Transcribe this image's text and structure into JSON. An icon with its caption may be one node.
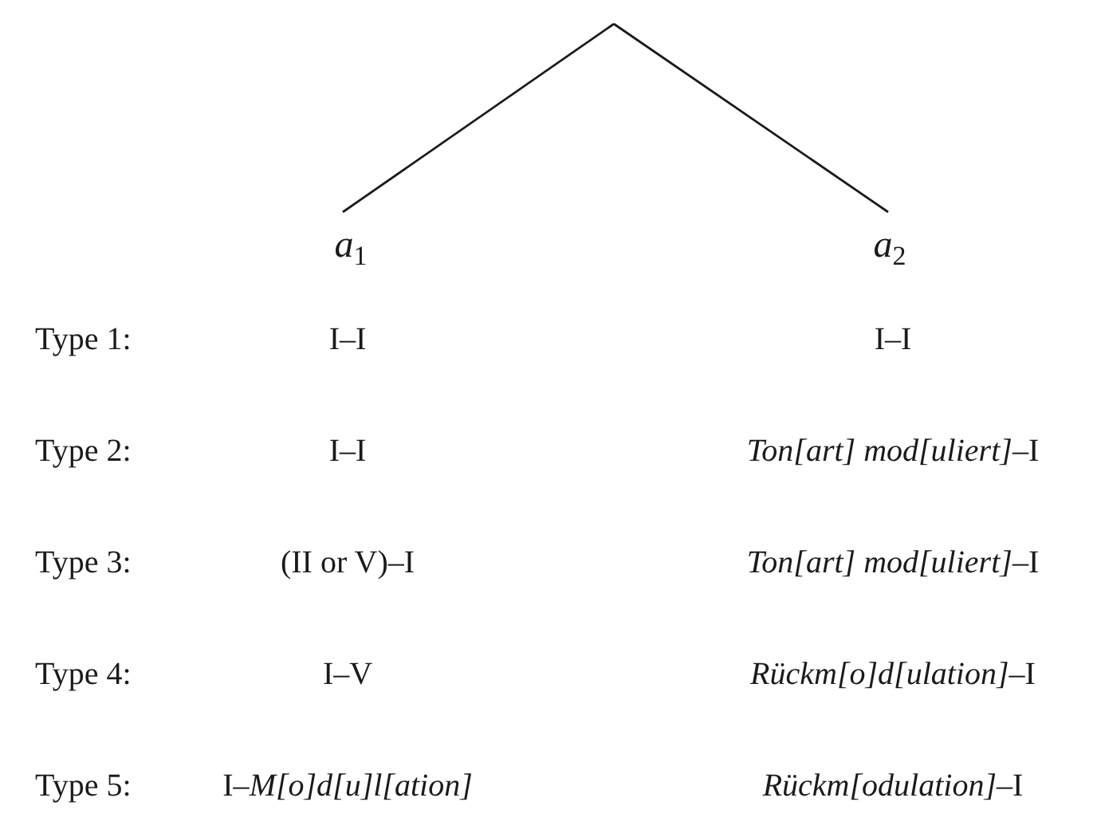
{
  "diagram": {
    "nodes": [
      {
        "text": [
          "a$_{1}$"
        ]
      },
      {
        "text": [
          "a$_{2}$"
        ]
      }
    ],
    "edges": [
      {
        "from": null,
        "to": 0,
        "arrow": "none"
      },
      {
        "from": null,
        "to": 1,
        "arrow": "none"
      }
    ],
    "labels": [
      "Type 1:",
      "I–I",
      "I–I",
      "Type 2:",
      "I–I",
      "*Ton[art] mod[uliert]*–I",
      "Type 3:",
      "(II or V)–I",
      "*Ton[art] mod[uliert]*–I",
      "Type 4:",
      "I–V",
      "*Rückm[o]d[ulation]*–I",
      "Type 5:",
      "I–*M[o]d[u]l[ation]*",
      "*Rückm[odulation]*–I"
    ]
  }
}
